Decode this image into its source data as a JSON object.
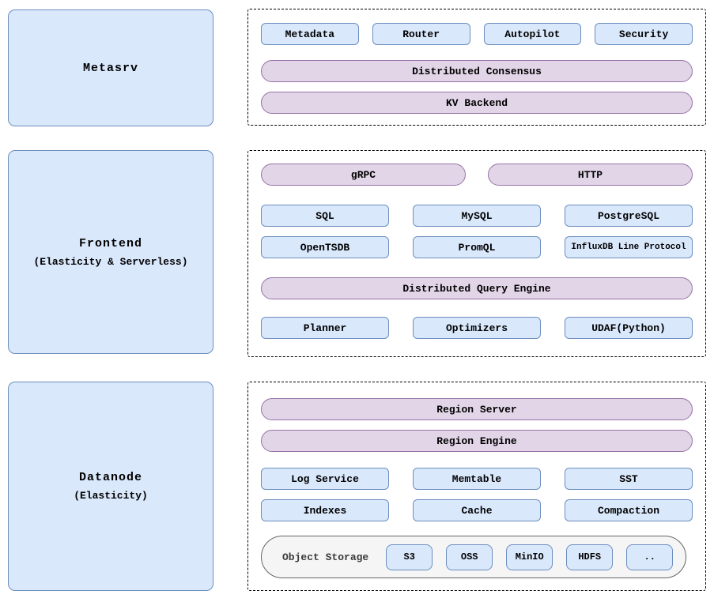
{
  "colors": {
    "blue_fill": "#dae8fc",
    "blue_border": "#6c8ebf",
    "purple_fill": "#e1d5e7",
    "purple_border": "#9673a6",
    "gray_fill": "#f5f5f5",
    "gray_border": "#666666",
    "dash_border": "#000000",
    "text_color": "#000000",
    "storage_label_color": "#3a3a3a"
  },
  "left_nodes": [
    {
      "title": "Metasrv",
      "subtitle": ""
    },
    {
      "title": "Frontend",
      "subtitle": "(Elasticity & Serverless)"
    },
    {
      "title": "Datanode",
      "subtitle": "(Elasticity)"
    }
  ],
  "metasrv_panel": {
    "boxes": [
      "Metadata",
      "Router",
      "Autopilot",
      "Security"
    ],
    "pills": [
      "Distributed Consensus",
      "KV Backend"
    ]
  },
  "frontend_panel": {
    "pills_top": [
      "gRPC",
      "HTTP"
    ],
    "protocol_row1": [
      "SQL",
      "MySQL",
      "PostgreSQL"
    ],
    "protocol_row2": [
      "OpenTSDB",
      "PromQL",
      "InfluxDB Line Protocol"
    ],
    "engine_pill": "Distributed Query Engine",
    "engine_row": [
      "Planner",
      "Optimizers",
      "UDAF(Python)"
    ]
  },
  "datanode_panel": {
    "pills": [
      "Region Server",
      "Region Engine"
    ],
    "storage_row1": [
      "Log Service",
      "Memtable",
      "SST"
    ],
    "storage_row2": [
      "Indexes",
      "Cache",
      "Compaction"
    ],
    "object_storage": {
      "label": "Object Storage",
      "options": [
        "S3",
        "OSS",
        "MinIO",
        "HDFS",
        ".."
      ]
    }
  }
}
